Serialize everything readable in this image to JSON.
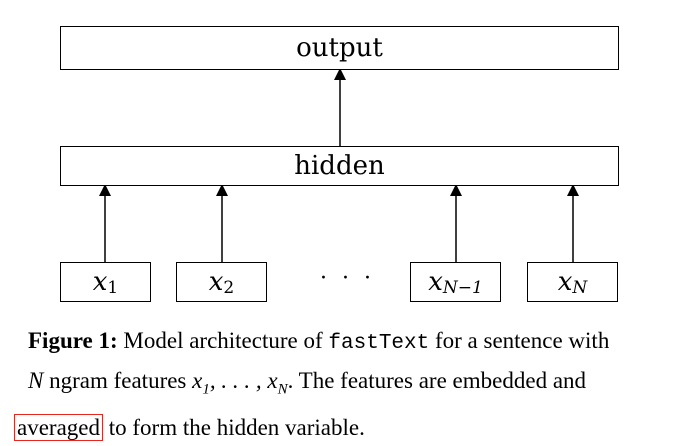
{
  "diagram": {
    "output_label": "output",
    "hidden_label": "hidden",
    "inputs": [
      {
        "var": "x",
        "sub": "1"
      },
      {
        "var": "x",
        "sub": "2"
      },
      {
        "var": "x",
        "sub": "N−1"
      },
      {
        "var": "x",
        "sub": "N"
      }
    ],
    "ellipsis": "· · ·"
  },
  "caption": {
    "figure_label": "Figure 1:",
    "text_1": "Model architecture of",
    "code": "fastText",
    "text_2": "for a sentence with",
    "math_N": "N",
    "text_3": "ngram features",
    "math_seq": "x1, . . . , xN",
    "text_4": ". The features are embedded and",
    "highlighted_word": "averaged",
    "text_5": "to form the hidden variable."
  },
  "colors": {
    "line": "#000000",
    "highlight_border": "#e8261f"
  }
}
